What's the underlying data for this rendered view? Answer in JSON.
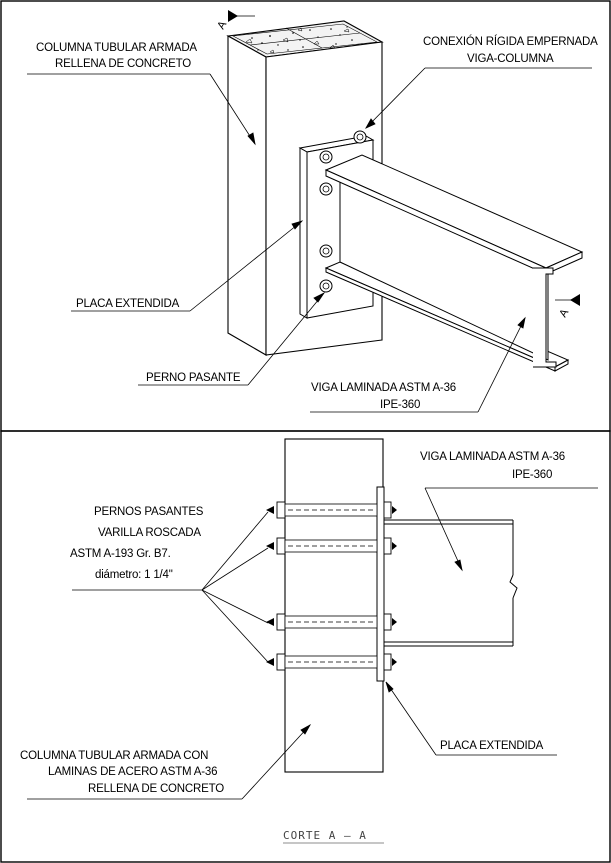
{
  "top_view": {
    "section_mark": "A",
    "labels": {
      "columna": [
        "COLUMNA TUBULAR ARMADA",
        "RELLENA DE CONCRETO"
      ],
      "conexion": [
        "CONEXIÓN RÍGIDA EMPERNADA",
        "VIGA-COLUMNA"
      ],
      "placa": "PLACA EXTENDIDA",
      "perno": "PERNO PASANTE",
      "viga": [
        "VIGA LAMINADA ASTM A-36",
        "IPE-360"
      ]
    }
  },
  "section_view": {
    "labels": {
      "viga": [
        "VIGA LAMINADA ASTM A-36",
        "IPE-360"
      ],
      "pernos": [
        "PERNOS PASANTES",
        "VARILLA ROSCADA",
        "ASTM A-193 Gr. B7.",
        "diámetro: 1 1/4\""
      ],
      "columna": [
        "COLUMNA TUBULAR ARMADA CON",
        "LAMINAS DE ACERO ASTM A-36",
        "RELLENA DE CONCRETO"
      ],
      "placa": "PLACA EXTENDIDA"
    },
    "title": "CORTE A – A"
  }
}
